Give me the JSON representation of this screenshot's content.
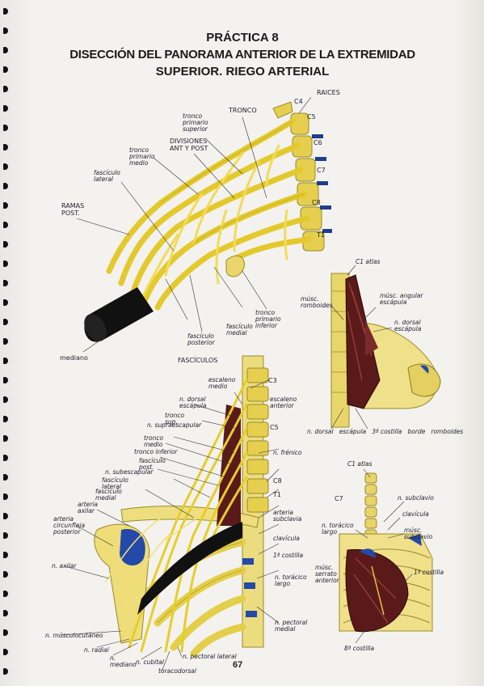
{
  "title": {
    "line1": "PRÁCTICA 8",
    "line2": "DISECCIÓN DEL PANORAMA ANTERIOR DE LA EXTREMIDAD",
    "line3": "SUPERIOR. RIEGO ARTERIAL"
  },
  "diagram1": {
    "raices": "RAICES",
    "c4": "C4",
    "c5": "C5",
    "c6": "C6",
    "c7": "C7",
    "c8": "C8",
    "t1": "T1",
    "tronco": "TRONCO",
    "tronco_primario_superior": "tronco\nprimario\nsuperior",
    "divisiones": "DIVISIONES\nANT Y POST",
    "tronco_primario_medio": "tronco\nprimario\nmedio",
    "fasciculo_lateral": "fascículo\nlateral",
    "ramas_post": "RAMAS\nPOST.",
    "tronco_primario_inferior": "tronco\nprimario\ninferior",
    "fasciculo_medial": "fascículo\nmedial",
    "fasciculo_posterior": "fascículo\nposterior",
    "mediano": "mediano",
    "fasciculos": "FASCÍCULOS"
  },
  "diagram2": {
    "c1_atlas": "C1 atlas",
    "musc_romboides": "músc.\nromboides",
    "musc_angular": "músc. angular\nescápula",
    "n_dorsal_escapula": "n. dorsal\nescápula",
    "n_dorsal_bottom": "n. dorsal   escápula   3ª costilla   borde   romboides"
  },
  "diagram3": {
    "escaleno_medio": "escaleno\nmedio",
    "c3_top": "C3",
    "escaleno_anterior": "escaleno\nanterior",
    "n_dorsal_escapula": "n. dorsal\nescápula",
    "tronco_sup": "tronco\nsup.",
    "c5": "C5",
    "n_supraescapular": "n. supraescapular",
    "tronco_medio": "tronco\nmedio",
    "n_frenico": "n. frénico",
    "tronco_inferior": "tronco inferior",
    "fasciculo_post": "fascículo\npost.",
    "n_subescapular": "n. subescapular",
    "fasciculo_lateral": "fascículo\nlateral",
    "c8": "C8",
    "fasciculo_medial": "fascículo\nmedial",
    "t1": "T1",
    "arteria_subclavia": "arteria\nsubclavia",
    "arteria_axilar": "arteria\naxilar",
    "arteria_circunfleja": "arteria\ncircunfleja\nposterior",
    "clavicula": "clavícula",
    "primera_costilla": "1ª costilla",
    "n_axilar": "n. axilar",
    "n_toracico_largo": "n. torácico\nlargo",
    "n_pectoral_medial": "n. pectoral\nmedial",
    "n_musculocutaneo": "n. músculocutáneo",
    "n_radial": "n. radial",
    "n_mediano": "n.\nmediano",
    "n_cubital": "n. cubital",
    "n_pectoral_lateral": "n. pectoral lateral",
    "toracodorsal": "toracodorsal"
  },
  "diagram4": {
    "c1_atlas": "C1 atlas",
    "c7": "C7",
    "n_subclavio": "n. subclavio",
    "clavicula": "clavícula",
    "n_toracico_largo": "n. torácico\nlargo",
    "musc_subclavio": "músc.\nsubclavio",
    "musc_serrato_anterior": "músc.\nserrato\nanterior",
    "primera_costilla": "1ª costilla",
    "octava_costilla": "8ª costilla"
  },
  "page_number": "67",
  "colors": {
    "nerve_yellow": "#e3c92c",
    "muscle_dark_red": "#5a1a1a",
    "vein_blue": "#2449a8",
    "artery_black": "#111111"
  }
}
